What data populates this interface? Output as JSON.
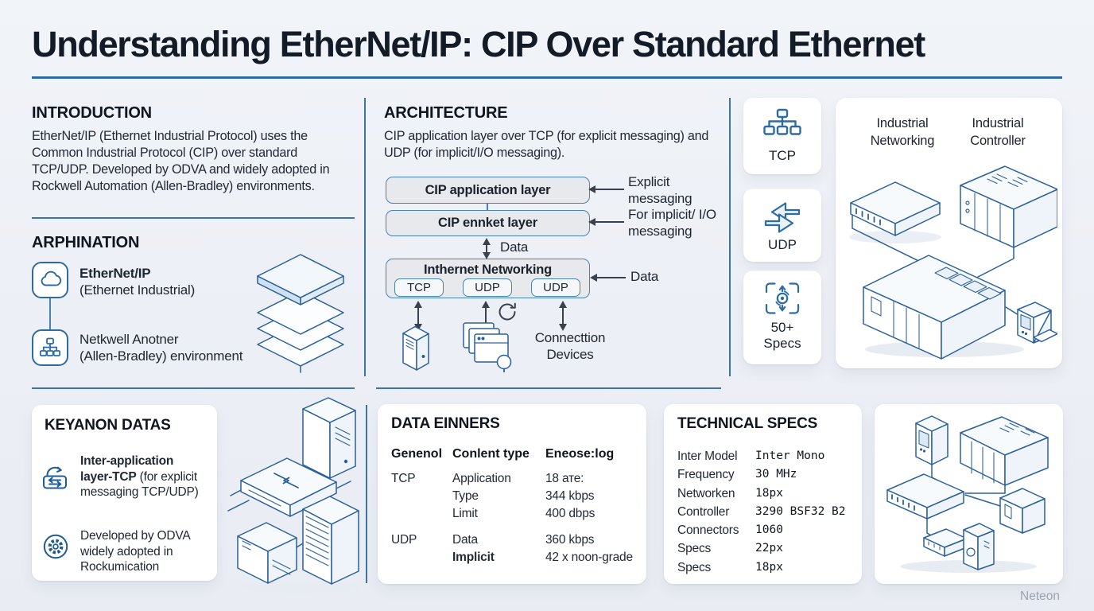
{
  "title": "Understanding EtherNet/IP: CIP Over Standard Ethernet",
  "intro": {
    "heading": "INTRODUCTION",
    "body": "EtherNet/IP (Ethernet Industrial Protocol) uses the Common Industrial Protocol (CIP) over standard TCP/UDP. Developed by ODVA and widely adopted in Rockwell Automation (Allen-Bradley) environments."
  },
  "arphination": {
    "heading": "ARPHINATION",
    "items": [
      {
        "title": "EtherNet/IP",
        "subtitle": "(Ethernet Industrial)"
      },
      {
        "title": "Netkwell Anotner",
        "subtitle": "(Allen-Bradley) environment"
      }
    ]
  },
  "architecture": {
    "heading": "ARCHITECTURE",
    "body": "CIP application layer over TCP (for explicit messaging) and UDP (for implicit/I/O messaging).",
    "box1": "CIP application layer",
    "box2": "CIP ennket layer",
    "data_mid": "Data",
    "box3_title": "Inthernet Networking",
    "chips": [
      "TCP",
      "UDP",
      "UDP"
    ],
    "label_explicit": "Explicit messaging",
    "label_implicit": "For implicit/ I/O messaging",
    "label_data": "Data",
    "label_connection": "Connecttion Devices"
  },
  "protocol_cards": [
    {
      "label": "TCP"
    },
    {
      "label": "UDP"
    },
    {
      "label": "50+ Specs"
    }
  ],
  "industrial_card": {
    "left": "Industrial Networking",
    "right": "Industrial Controller"
  },
  "key_datas": {
    "heading": "KEYANON DATAS",
    "items": [
      {
        "bold": "Inter-application layer-TCP",
        "rest": "(for explicit messaging TCP/UDP)"
      },
      {
        "bold": "",
        "rest": "Developed by ODVA widely adopted in Rockumication"
      }
    ]
  },
  "data_table": {
    "heading": "DATA EINNERS",
    "columns": [
      "Genenol",
      "Conlent type",
      "Eneose:log"
    ],
    "groups": [
      {
        "protocol": "TCP",
        "rows": [
          [
            "Application",
            "18 ате:"
          ],
          [
            "Type",
            "344 kbps"
          ],
          [
            "Limit",
            "400 dbps"
          ]
        ]
      },
      {
        "protocol": "UDP",
        "rows": [
          [
            "Data",
            "360 kbps"
          ],
          [
            "Implicit",
            "42 x noon-grade"
          ]
        ]
      }
    ]
  },
  "tech_specs": {
    "heading": "TECHNICAL SPECS",
    "rows": [
      {
        "label": "Inter Model",
        "value": "Inter Mono"
      },
      {
        "label": "Frequency",
        "value": "30 MHz"
      },
      {
        "label": "Networken",
        "value": "18px"
      },
      {
        "label": "Controller",
        "value": "3290 BSF32 B2"
      },
      {
        "label": "Connectors",
        "value": "1060"
      },
      {
        "label": "Specs",
        "value": "22px"
      },
      {
        "label": "Specs",
        "value": "18px"
      }
    ]
  },
  "footer": {
    "brand": "Neteon"
  },
  "icons": {
    "arphination": [
      "cloud-icon",
      "network-tree-icon"
    ],
    "protocol_cards": [
      "tcp-hierarchy-icon",
      "udp-swap-arrows-icon",
      "specs-scan-gear-icon"
    ],
    "key_datas": [
      "sync-loop-icon",
      "gear-circle-icon"
    ],
    "architecture": [
      "server-tower-icon",
      "app-windows-magnifier-icon",
      "refresh-icon"
    ]
  },
  "colors": {
    "background": "#edf0f6",
    "accent_blue": "#2b6ba6",
    "stroke_blue": "#2a6099",
    "text_dark": "#131b27",
    "diagram_box_fill": "#e7e9ec"
  }
}
